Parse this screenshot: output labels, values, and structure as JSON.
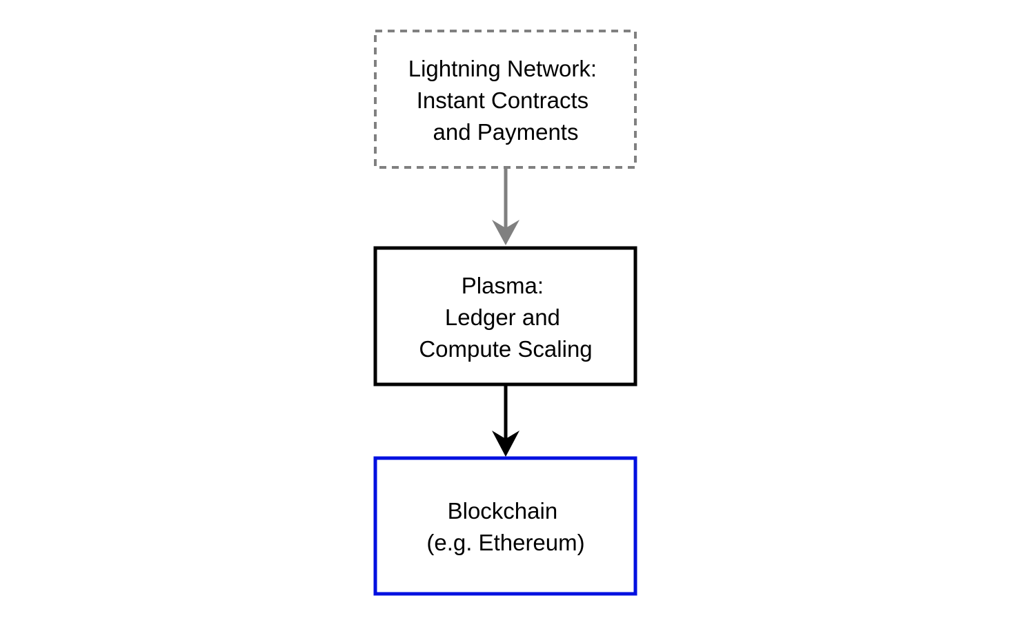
{
  "diagram": {
    "nodes": [
      {
        "id": "lightning",
        "lines": [
          "Lightning Network:",
          "Instant Contracts",
          "and Payments"
        ],
        "border_style": "dashed",
        "border_color": "#808080"
      },
      {
        "id": "plasma",
        "lines": [
          "Plasma:",
          "Ledger and",
          "Compute Scaling"
        ],
        "border_style": "solid",
        "border_color": "#000000"
      },
      {
        "id": "blockchain",
        "lines": [
          "Blockchain",
          "(e.g. Ethereum)"
        ],
        "border_style": "solid",
        "border_color": "#0010e0"
      }
    ],
    "edges": [
      {
        "from": "lightning",
        "to": "plasma",
        "color": "#808080"
      },
      {
        "from": "plasma",
        "to": "blockchain",
        "color": "#000000"
      }
    ]
  }
}
